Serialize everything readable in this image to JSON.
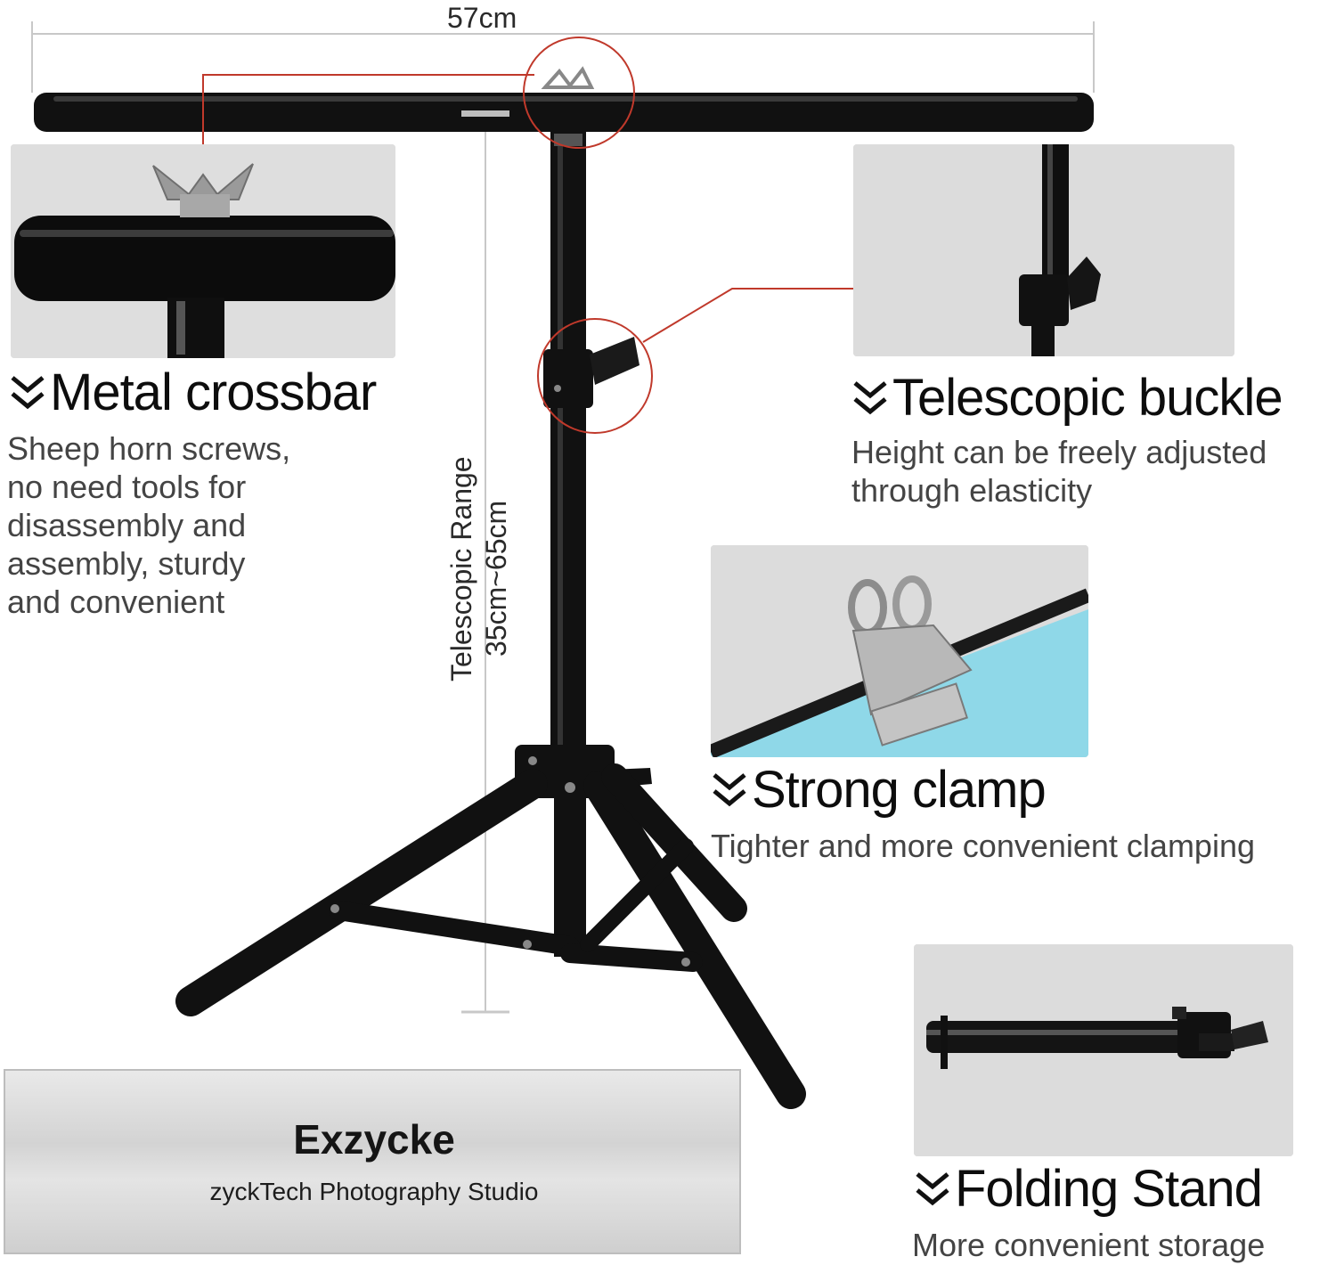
{
  "dimensions": {
    "width_label": "57cm",
    "height_label_line1": "Telescopic Range",
    "height_label_line2": "35cm~65cm"
  },
  "features": [
    {
      "title": "Metal crossbar",
      "description": "Sheep horn screws, no need tools for disassembly and assembly, sturdy and convenient",
      "desc_lines": [
        "Sheep horn screws,",
        "no need tools for",
        "disassembly and",
        "assembly, sturdy",
        "and convenient"
      ]
    },
    {
      "title": "Telescopic buckle",
      "description": "Height can be freely adjusted through elasticity",
      "desc_lines": [
        "Height can be freely adjusted",
        "through elasticity"
      ]
    },
    {
      "title": "Strong clamp",
      "description": "Tighter and more convenient clamping",
      "desc_lines": [
        "Tighter and more convenient clamping"
      ]
    },
    {
      "title": "Folding Stand",
      "description": "More convenient storage",
      "desc_lines": [
        "More convenient storage"
      ]
    }
  ],
  "brand": {
    "name": "Exzycke",
    "subtitle": "zyckTech Photography Studio"
  },
  "colors": {
    "background": "#ffffff",
    "panel": "#dcdcdc",
    "stand": "#111111",
    "callout_line": "#c0392b",
    "backdrop_cyan": "#8fd8e8"
  },
  "icons": [
    "double-chevron-down-icon"
  ]
}
